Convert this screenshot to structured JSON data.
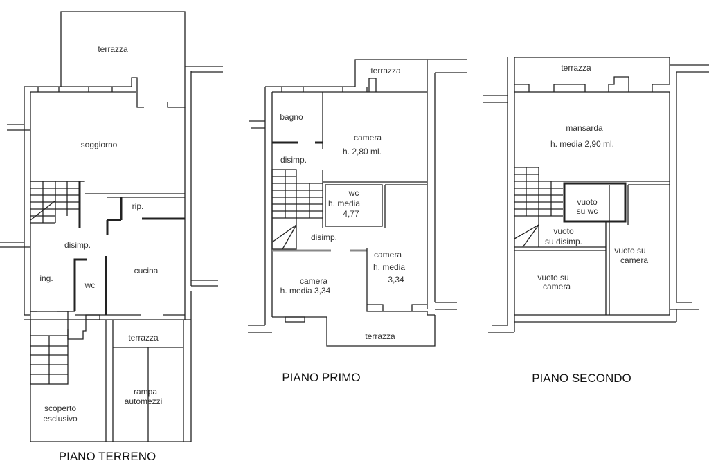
{
  "ground_floor": {
    "title": "PIANO TERRENO",
    "rooms": {
      "terrazza_top": "terrazza",
      "soggiorno": "soggiorno",
      "rip": "rip.",
      "disimp": "disimp.",
      "ing": "ing.",
      "wc": "wc",
      "cucina": "cucina",
      "terrazza_bottom": "terrazza",
      "rampa_1": "rampa",
      "rampa_2": "automezzi",
      "scoperto_1": "scoperto",
      "scoperto_2": "esclusivo"
    }
  },
  "first_floor": {
    "title": "PIANO PRIMO",
    "rooms": {
      "terrazza_top": "terrazza",
      "bagno": "bagno",
      "camera1": "camera",
      "camera1_h": "h. 2,80 ml.",
      "disimp_top": "disimp.",
      "wc": "wc",
      "wc_h": "h. media",
      "wc_h_val": "4,77",
      "disimp": "disimp.",
      "camera2": "camera",
      "camera2_h": "h. media",
      "camera2_h_val": "3,34",
      "camera3": "camera",
      "camera3_h": "h. media 3,34",
      "terrazza_bottom": "terrazza"
    }
  },
  "second_floor": {
    "title": "PIANO SECONDO",
    "rooms": {
      "terrazza": "terrazza",
      "mansarda": "mansarda",
      "mansarda_h": "h. media 2,90 ml.",
      "vuoto_wc_1": "vuoto",
      "vuoto_wc_2": "su wc",
      "vuoto_disimp_1": "vuoto",
      "vuoto_disimp_2": "su disimp.",
      "vuoto_camera_r_1": "vuoto su",
      "vuoto_camera_r_2": "camera",
      "vuoto_camera_l_1": "vuoto su",
      "vuoto_camera_l_2": "camera"
    }
  }
}
